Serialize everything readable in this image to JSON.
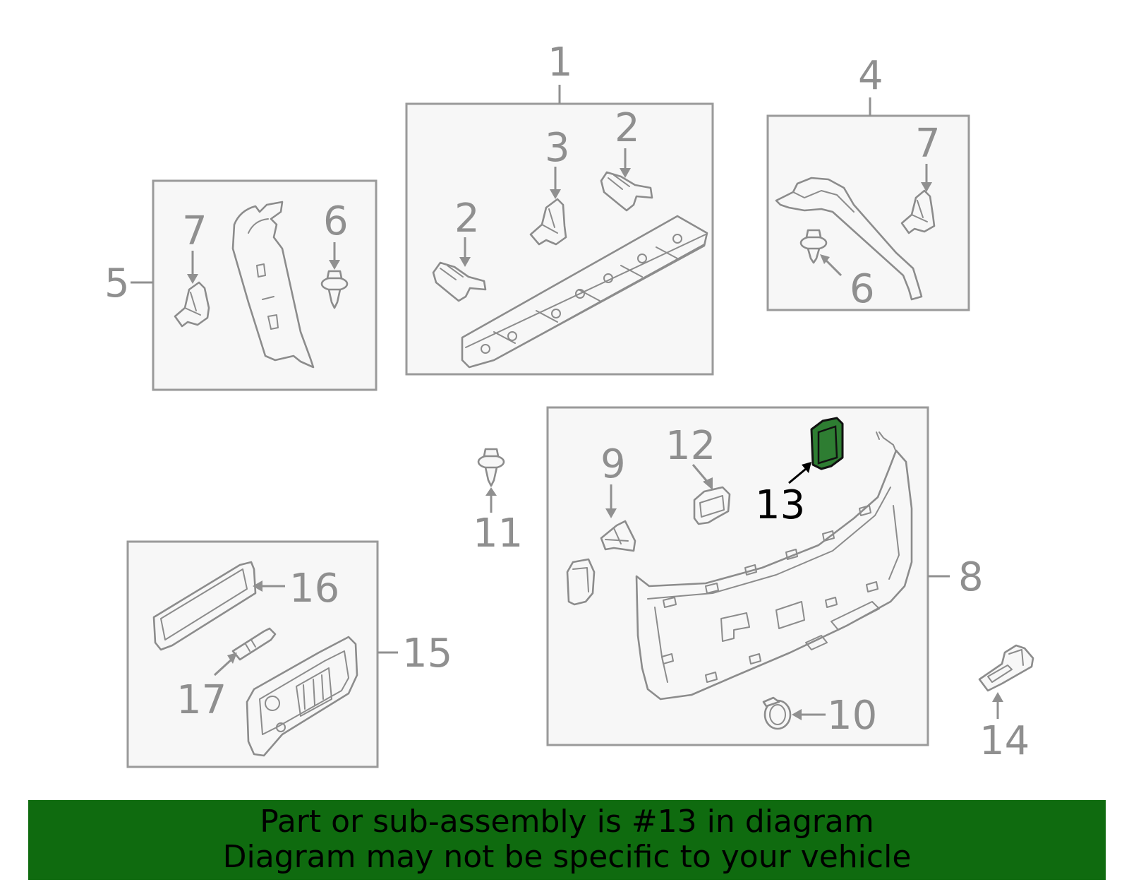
{
  "callouts": {
    "c1": "1",
    "c2a": "2",
    "c2b": "2",
    "c3": "3",
    "c4": "4",
    "c5": "5",
    "c6a": "6",
    "c6b": "6",
    "c7a": "7",
    "c7b": "7",
    "c8": "8",
    "c9": "9",
    "c10": "10",
    "c11": "11",
    "c12": "12",
    "c13": "13",
    "c14": "14",
    "c15": "15",
    "c16": "16",
    "c17": "17"
  },
  "highlight": {
    "part_number": "13",
    "color": "#2e7d32"
  },
  "banner": {
    "line1": "Part or sub-assembly is #13 in diagram",
    "line2": "Diagram may not be specific to your vehicle",
    "background": "#0f6b0f"
  }
}
